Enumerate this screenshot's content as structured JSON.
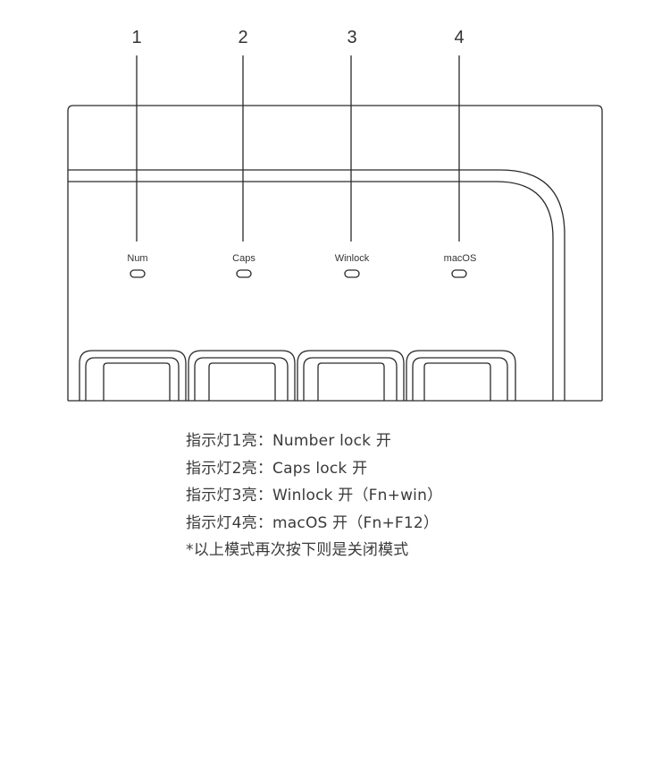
{
  "indicators": [
    {
      "number": "1",
      "label": "Num"
    },
    {
      "number": "2",
      "label": "Caps"
    },
    {
      "number": "3",
      "label": "Winlock"
    },
    {
      "number": "4",
      "label": "macOS"
    }
  ],
  "notes": [
    "指示灯1亮：Number lock 开",
    "指示灯2亮：Caps lock 开",
    "指示灯3亮：Winlock 开（Fn+win）",
    "指示灯4亮：macOS 开（Fn+F12）",
    "*以上模式再次按下则是关闭模式"
  ]
}
